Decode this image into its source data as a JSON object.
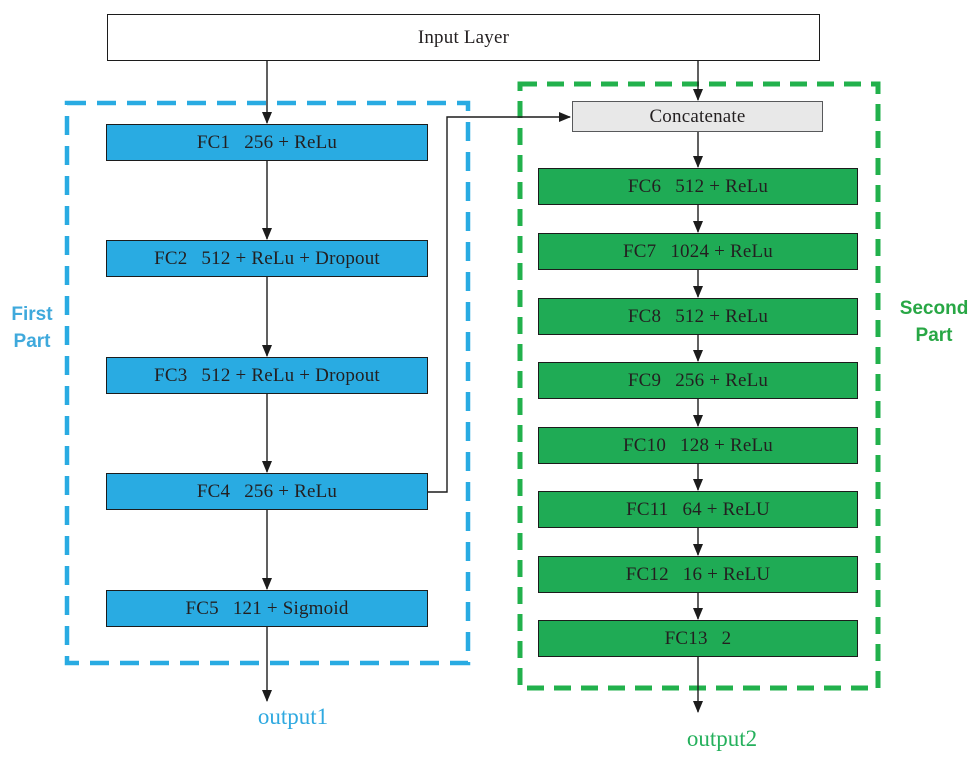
{
  "diagram": {
    "input_layer": {
      "label": "Input Layer"
    },
    "concatenate": {
      "label": "Concatenate"
    },
    "first_part": {
      "label_lines": [
        "First",
        "Part"
      ],
      "output_label": "output1",
      "layers": [
        {
          "id": "FC1",
          "spec": "256 + ReLu"
        },
        {
          "id": "FC2",
          "spec": "512 + ReLu + Dropout"
        },
        {
          "id": "FC3",
          "spec": "512 + ReLu + Dropout"
        },
        {
          "id": "FC4",
          "spec": "256 + ReLu"
        },
        {
          "id": "FC5",
          "spec": "121 + Sigmoid"
        }
      ]
    },
    "second_part": {
      "label_lines": [
        "Second",
        "Part"
      ],
      "output_label": "output2",
      "layers": [
        {
          "id": "FC6",
          "spec": "512 + ReLu"
        },
        {
          "id": "FC7",
          "spec": "1024 + ReLu"
        },
        {
          "id": "FC8",
          "spec": "512 + ReLu"
        },
        {
          "id": "FC9",
          "spec": "256 + ReLu"
        },
        {
          "id": "FC10",
          "spec": "128 + ReLu"
        },
        {
          "id": "FC11",
          "spec": "64 + ReLU"
        },
        {
          "id": "FC12",
          "spec": "16 + ReLU"
        },
        {
          "id": "FC13",
          "spec": "2"
        }
      ]
    },
    "colors": {
      "blue_box_fill": "#29ABE2",
      "blue_dashed_border": "#29ABE2",
      "green_box_fill": "#1FAB55",
      "green_dashed_border": "#22B14C",
      "concatenate_fill": "#E8E8E8",
      "box_border": "#1C1C1C",
      "first_part_label_color": "#3FA9DC",
      "second_part_label_color": "#28A745",
      "output1_color": "#2FA9E0",
      "output2_color": "#25B05C"
    }
  }
}
